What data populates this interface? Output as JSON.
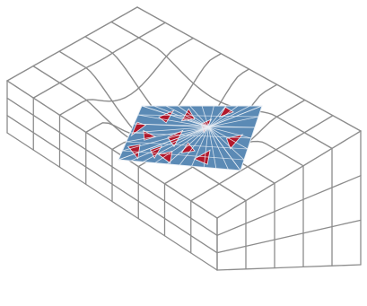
{
  "figure": {
    "subject": "deformed-block-mesh-with-embedded-surface",
    "colors": {
      "background": "#ffffff",
      "mesh_line": "#8c8c8c",
      "mesh_line_light": "#b4b4b4",
      "surface_blue": "#5b8ab5",
      "surface_red": "#b2182b",
      "surface_edge": "#e8eef5"
    },
    "block": {
      "cells_length": 8,
      "cells_width": 5,
      "cells_height": 3
    },
    "depression": {
      "depth_fraction": 0.33
    }
  }
}
